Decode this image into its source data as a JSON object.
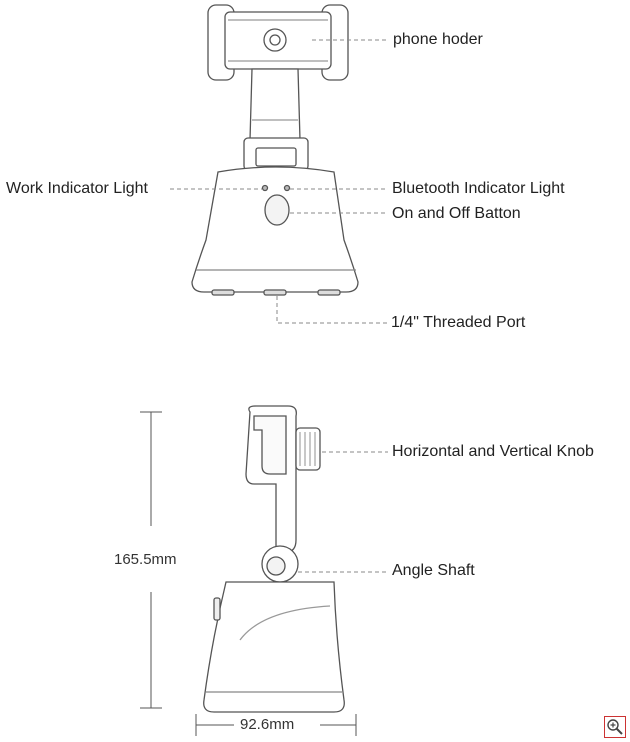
{
  "labels": {
    "phone_holder": "phone hoder",
    "work_indicator": "Work Indicator Light",
    "bluetooth_indicator": "Bluetooth Indicator Light",
    "on_off_button": "On and Off Batton",
    "threaded_port": "1/4\" Threaded Port",
    "knob": "Horizontal and Vertical Knob",
    "angle_shaft": "Angle Shaft"
  },
  "dimensions": {
    "height": "165.5mm",
    "width": "92.6mm"
  },
  "colors": {
    "outline": "#555555",
    "leader": "#888888",
    "zoom_accent": "#cc3333"
  },
  "icons": {
    "zoom": "zoom-in-icon"
  }
}
